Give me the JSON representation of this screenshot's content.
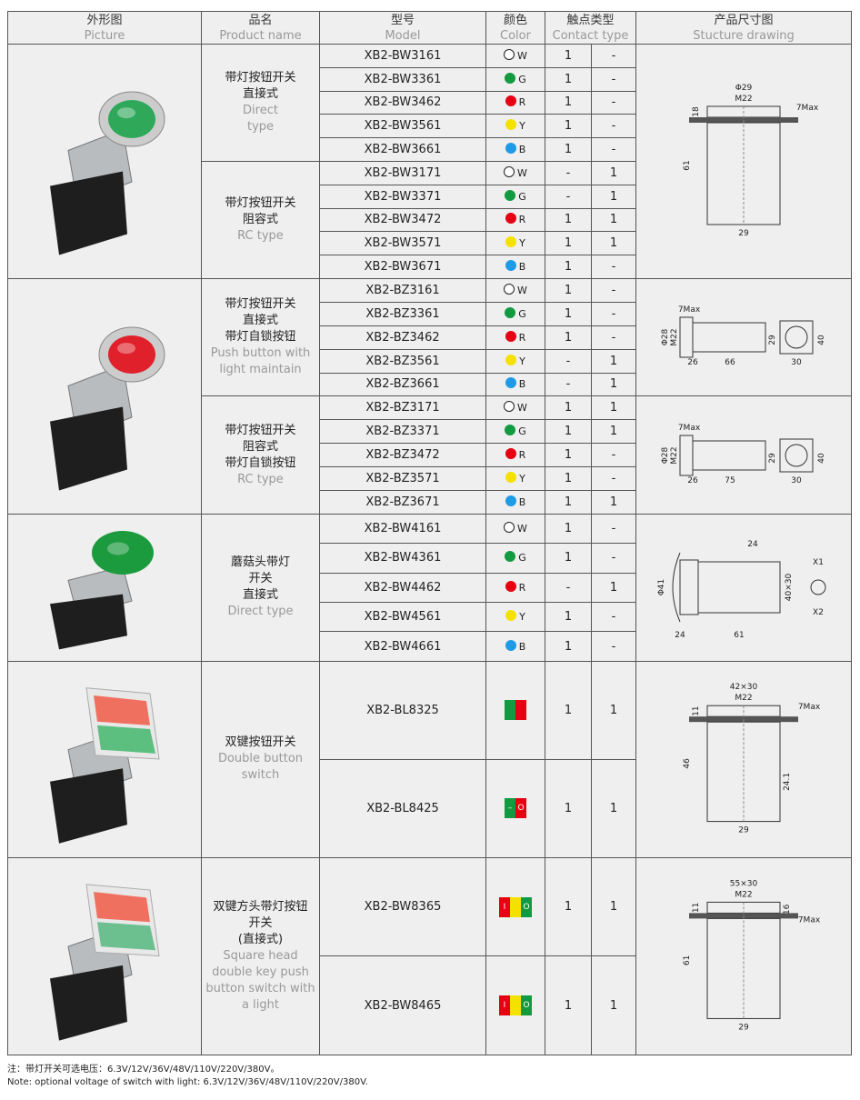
{
  "header": {
    "picture": {
      "zh": "外形图",
      "en": "Picture"
    },
    "name": {
      "zh": "品名",
      "en": "Product name"
    },
    "model": {
      "zh": "型号",
      "en": "Model"
    },
    "color": {
      "zh": "颜色",
      "en": "Color"
    },
    "contact": {
      "zh": "触点类型",
      "en": "Contact type"
    },
    "drawing": {
      "zh": "产品尺寸图",
      "en": "Stucture drawing"
    }
  },
  "colors": {
    "W": "#ffffff",
    "G": "#119a40",
    "R": "#e60012",
    "Y": "#f5e100",
    "B": "#1d9be6"
  },
  "sections": [
    {
      "cap": "#2fa85a",
      "cap_type": "flush",
      "drawing_shared": {
        "type": "v1",
        "labels": [
          "Φ29",
          "M22",
          "18",
          "7Max",
          "61",
          "29"
        ]
      },
      "groups": [
        {
          "zh": [
            "带灯按钮开关",
            "直接式"
          ],
          "en": [
            "Direct",
            "type"
          ],
          "rows": [
            [
              "XB2-BW3161",
              "W",
              "1",
              "-"
            ],
            [
              "XB2-BW3361",
              "G",
              "1",
              "-"
            ],
            [
              "XB2-BW3462",
              "R",
              "1",
              "-"
            ],
            [
              "XB2-BW3561",
              "Y",
              "1",
              "-"
            ],
            [
              "XB2-BW3661",
              "B",
              "1",
              "-"
            ]
          ]
        },
        {
          "zh": [
            "带灯按钮开关",
            "阻容式"
          ],
          "en": [
            "RC type"
          ],
          "rows": [
            [
              "XB2-BW3171",
              "W",
              "-",
              "1"
            ],
            [
              "XB2-BW3371",
              "G",
              "-",
              "1"
            ],
            [
              "XB2-BW3472",
              "R",
              "1",
              "1"
            ],
            [
              "XB2-BW3571",
              "Y",
              "1",
              "1"
            ],
            [
              "XB2-BW3671",
              "B",
              "1",
              "-"
            ]
          ]
        }
      ]
    },
    {
      "cap": "#e0202a",
      "cap_type": "flush",
      "groups": [
        {
          "zh": [
            "带灯按钮开关",
            "直接式",
            "带灯自锁按钮"
          ],
          "en": [
            "Push button with",
            "light maintain"
          ],
          "drawing": {
            "type": "h",
            "labels": [
              "7Max",
              "Φ28",
              "M22",
              "26",
              "66",
              "29",
              "40",
              "30"
            ]
          },
          "rows": [
            [
              "XB2-BZ3161",
              "W",
              "1",
              "-"
            ],
            [
              "XB2-BZ3361",
              "G",
              "1",
              "-"
            ],
            [
              "XB2-BZ3462",
              "R",
              "1",
              "-"
            ],
            [
              "XB2-BZ3561",
              "Y",
              "-",
              "1"
            ],
            [
              "XB2-BZ3661",
              "B",
              "-",
              "1"
            ]
          ]
        },
        {
          "zh": [
            "带灯按钮开关",
            "阻容式",
            "带灯自锁按钮"
          ],
          "en": [
            "RC type"
          ],
          "drawing": {
            "type": "h",
            "labels": [
              "7Max",
              "Φ28",
              "M22",
              "26",
              "75",
              "29",
              "40",
              "30"
            ]
          },
          "rows": [
            [
              "XB2-BZ3171",
              "W",
              "1",
              "1"
            ],
            [
              "XB2-BZ3371",
              "G",
              "1",
              "1"
            ],
            [
              "XB2-BZ3472",
              "R",
              "1",
              "-"
            ],
            [
              "XB2-BZ3571",
              "Y",
              "1",
              "-"
            ],
            [
              "XB2-BZ3671",
              "B",
              "1",
              "1"
            ]
          ]
        }
      ]
    },
    {
      "cap": "#1c9a3e",
      "cap_type": "mushroom",
      "drawing_shared": {
        "type": "m",
        "labels": [
          "24",
          "Φ41",
          "40×30",
          "24",
          "61",
          "X1",
          "X2"
        ]
      },
      "groups": [
        {
          "zh": [
            "蘑菇头带灯",
            "开关",
            "直接式"
          ],
          "en": [
            "Direct type"
          ],
          "rows": [
            [
              "XB2-BW4161",
              "W",
              "1",
              "-"
            ],
            [
              "XB2-BW4361",
              "G",
              "1",
              "-"
            ],
            [
              "XB2-BW4462",
              "R",
              "-",
              "1"
            ],
            [
              "XB2-BW4561",
              "Y",
              "1",
              "-"
            ],
            [
              "XB2-BW4661",
              "B",
              "1",
              "-"
            ]
          ]
        }
      ]
    },
    {
      "cap": "#f07060",
      "cap2": "#5cbf80",
      "cap_type": "double",
      "drawing_shared": {
        "type": "v2",
        "labels": [
          "42×30",
          "M22",
          "7Max",
          "11",
          "46",
          "24.1",
          "29"
        ]
      },
      "groups": [
        {
          "zh": [
            "双键按钮开关"
          ],
          "en": [
            "Double button",
            "switch"
          ],
          "rows": [
            [
              "XB2-BL8325",
              [
                [
                  "#119a40",
                  ""
                ],
                [
                  "#e60012",
                  ""
                ]
              ],
              "1",
              "1"
            ],
            [
              "XB2-BL8425",
              [
                [
                  "#119a40",
                  "–"
                ],
                [
                  "#e60012",
                  "O"
                ]
              ],
              "1",
              "1"
            ]
          ]
        }
      ]
    },
    {
      "cap": "#f07060",
      "cap2": "#6cc090",
      "cap_type": "square",
      "drawing_shared": {
        "type": "v3",
        "labels": [
          "55×30",
          "M22",
          "16",
          "11",
          "7Max",
          "61",
          "29"
        ]
      },
      "groups": [
        {
          "zh": [
            "双键方头带灯按钮",
            "开关",
            "(直接式)"
          ],
          "en": [
            "Square head",
            "double key push",
            "button switch with",
            "a light"
          ],
          "rows": [
            [
              "XB2-BW8365",
              [
                [
                  "#e60012",
                  "I"
                ],
                [
                  "#f5e100",
                  ""
                ],
                [
                  "#119a40",
                  "O"
                ]
              ],
              "1",
              "1"
            ],
            [
              "XB2-BW8465",
              [
                [
                  "#e60012",
                  "I"
                ],
                [
                  "#f5e100",
                  ""
                ],
                [
                  "#119a40",
                  "O"
                ]
              ],
              "1",
              "1"
            ]
          ]
        }
      ]
    }
  ],
  "notes": {
    "zh": "注：带灯开关可选电压：6.3V/12V/36V/48V/110V/220V/380V。",
    "en": "Note: optional voltage of switch with light: 6.3V/12V/36V/48V/110V/220V/380V."
  }
}
